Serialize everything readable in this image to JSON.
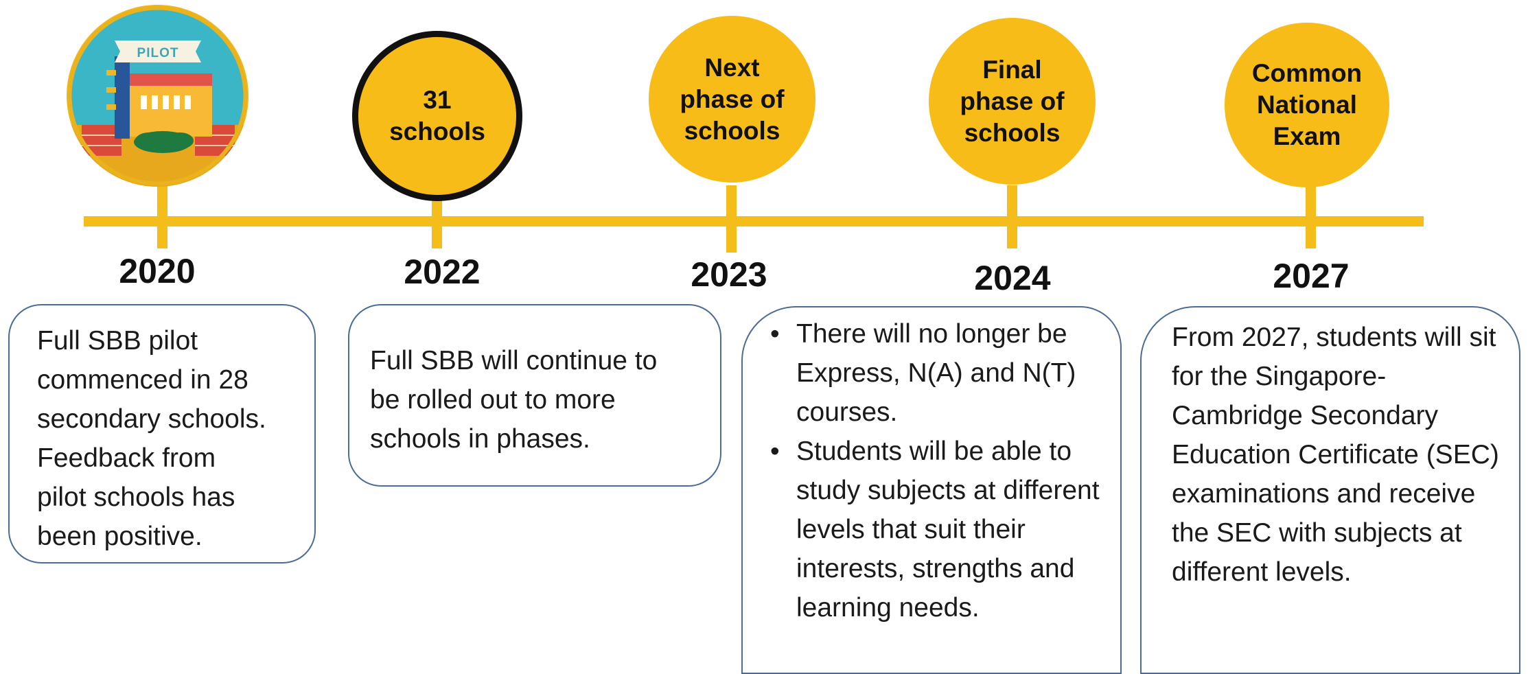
{
  "milestones": [
    {
      "year": "2020",
      "circle_text": "",
      "badge_text": "PILOT",
      "icon": "pilot-school-icon",
      "box_text": "Full SBB pilot\ncommenced in 28\nsecondary schools.\nFeedback from\npilot schools has\nbeen positive."
    },
    {
      "year": "2022",
      "circle_text": "31\nschools",
      "box_text": "Full SBB will continue to\nbe rolled out to more\nschools in phases."
    },
    {
      "year": "2023",
      "circle_text": "Next\nphase of\nschools",
      "box_text": ""
    },
    {
      "year": "2024",
      "circle_text": "Final\nphase of\nschools",
      "bullets": [
        "There will no longer be Express, N(A) and N(T) courses.",
        "Students will be able to study subjects at different levels that suit their interests, strengths and learning needs."
      ]
    },
    {
      "year": "2027",
      "circle_text": "Common\nNational\nExam",
      "box_text": "From 2027, students will sit for the Singapore-Cambridge Secondary Education Certificate (SEC) examinations and receive the SEC with subjects at different levels."
    }
  ],
  "colors": {
    "accent": "#f5bd19",
    "box_border": "#4a6c95",
    "text": "#1a1a1a"
  }
}
